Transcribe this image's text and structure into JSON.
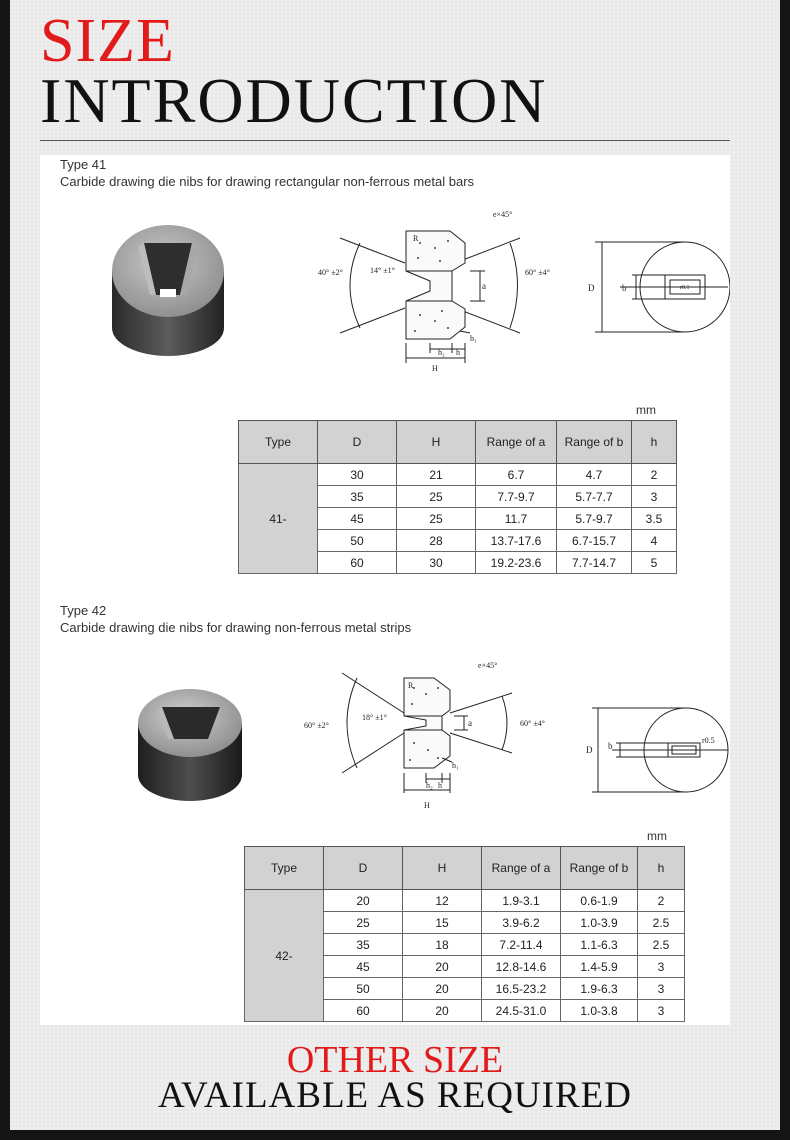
{
  "header": {
    "line1": "SIZE",
    "line2": "INTRODUCTION"
  },
  "type41": {
    "heading": "Type 41",
    "description": "Carbide drawing die nibs for drawing rectangular non-ferrous metal bars",
    "unit": "mm",
    "diagram_labels": {
      "chamfer": "e×45°",
      "left_angle": "40°  ±2°",
      "inner_angle": "14°  ±1°",
      "right_angle": "60°  ±4°",
      "a": "a",
      "h1": "h₁",
      "h2": "h₂",
      "h": "h",
      "H": "H",
      "D": "D",
      "b": "b",
      "r": "r0.1",
      "R": "R"
    },
    "columns": [
      "Type",
      "D",
      "H",
      "Range of a",
      "Range of b",
      "h"
    ],
    "type_label": "41-",
    "rows": [
      [
        "30",
        "21",
        "6.7",
        "4.7",
        "2"
      ],
      [
        "35",
        "25",
        "7.7-9.7",
        "5.7-7.7",
        "3"
      ],
      [
        "45",
        "25",
        "11.7",
        "5.7-9.7",
        "3.5"
      ],
      [
        "50",
        "28",
        "13.7-17.6",
        "6.7-15.7",
        "4"
      ],
      [
        "60",
        "30",
        "19.2-23.6",
        "7.7-14.7",
        "5"
      ]
    ]
  },
  "type42": {
    "heading": "Type 42",
    "description": "Carbide drawing die nibs for drawing non-ferrous metal strips",
    "unit": "mm",
    "diagram_labels": {
      "chamfer": "e×45°",
      "left_angle": "60°  ±2°",
      "inner_angle": "18°  ±1°",
      "right_angle": "60°  ±4°",
      "a": "a",
      "h1": "h₁",
      "h2": "h₂",
      "h": "h",
      "H": "H",
      "D": "D",
      "b": "b",
      "r": "r0.5",
      "R": "R"
    },
    "columns": [
      "Type",
      "D",
      "H",
      "Range of a",
      "Range of b",
      "h"
    ],
    "type_label": "42-",
    "rows": [
      [
        "20",
        "12",
        "1.9-3.1",
        "0.6-1.9",
        "2"
      ],
      [
        "25",
        "15",
        "3.9-6.2",
        "1.0-3.9",
        "2.5"
      ],
      [
        "35",
        "18",
        "7.2-11.4",
        "1.1-6.3",
        "2.5"
      ],
      [
        "45",
        "20",
        "12.8-14.6",
        "1.4-5.9",
        "3"
      ],
      [
        "50",
        "20",
        "16.5-23.2",
        "1.9-6.3",
        "3"
      ],
      [
        "60",
        "20",
        "24.5-31.0",
        "1.0-3.8",
        "3"
      ]
    ]
  },
  "footer": {
    "line1": "OTHER SIZE",
    "line2": "AVAILABLE AS REQUIRED"
  }
}
